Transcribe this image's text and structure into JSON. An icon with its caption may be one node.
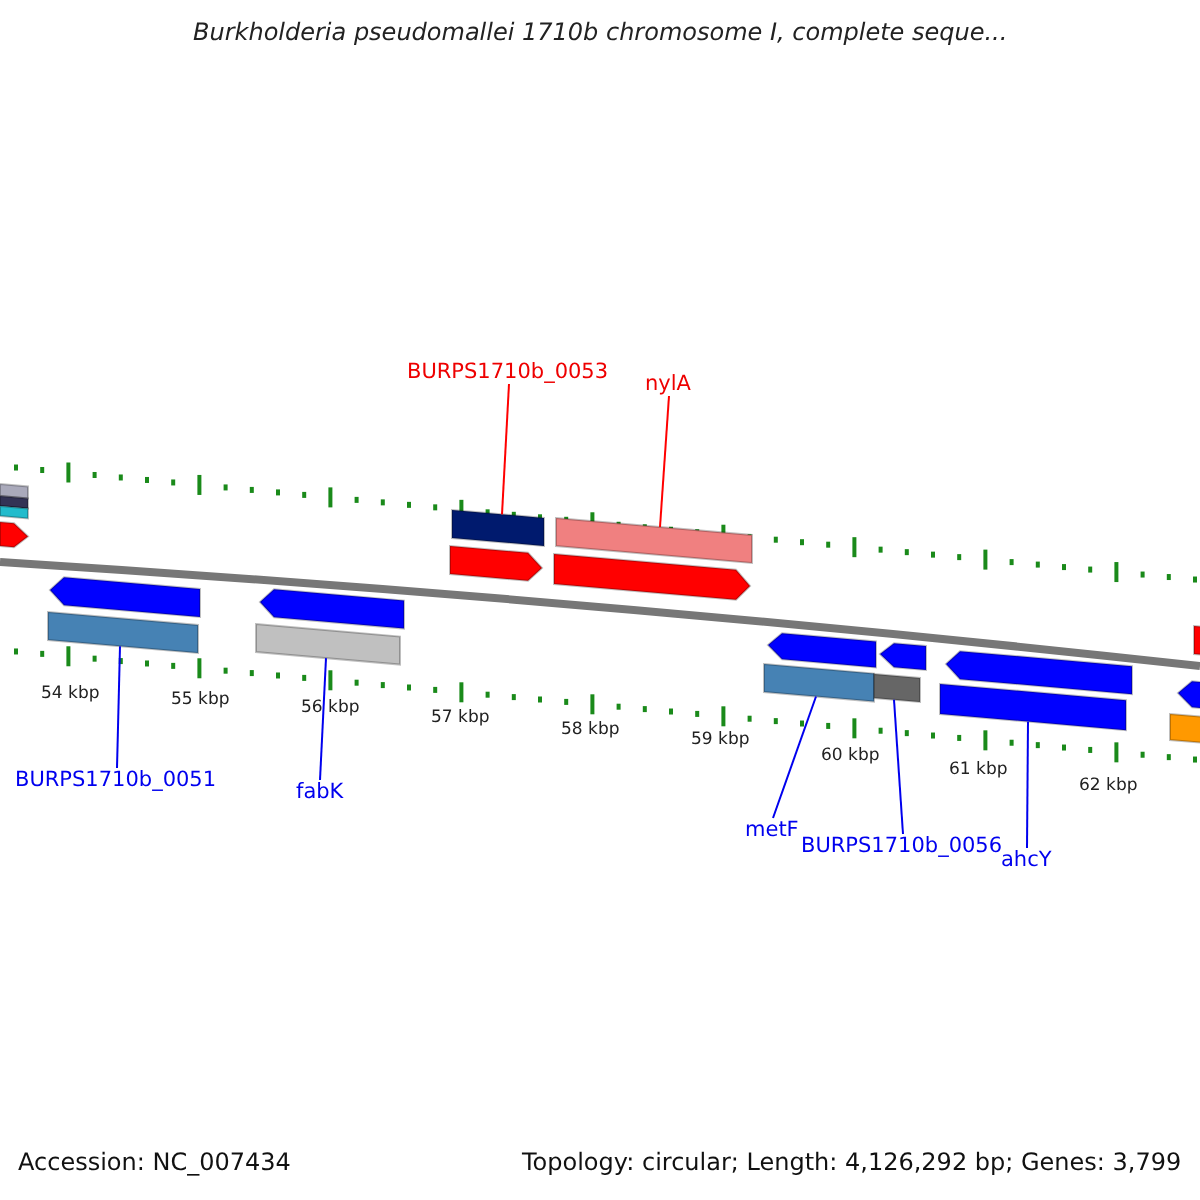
{
  "diagram": {
    "title": "Burkholderia pseudomallei 1710b chromosome I, complete seque...",
    "nodes": [
      {
        "text": [
          "BURPS1710b_0053"
        ]
      },
      {
        "text": [],
        "shape": "bar"
      },
      {
        "text": [
          "nylA"
        ]
      },
      {
        "text": [],
        "shape": "bar"
      },
      {
        "text": [
          "BURPS1710b_0051"
        ]
      },
      {
        "text": [],
        "shape": "bar"
      },
      {
        "text": [
          "fabK"
        ]
      },
      {
        "text": [],
        "shape": "bar"
      },
      {
        "text": [
          "metF"
        ]
      },
      {
        "text": [],
        "shape": "bar"
      },
      {
        "text": [
          "BURPS1710b_0056"
        ]
      },
      {
        "text": [],
        "shape": "bar"
      },
      {
        "text": [
          "ahcY"
        ]
      },
      {
        "text": [],
        "shape": "bar"
      },
      {
        "text": [],
        "shape": "bar"
      },
      {
        "text": [],
        "shape": "bar"
      },
      {
        "text": [],
        "shape": "bar"
      },
      {
        "text": [],
        "shape": "bar"
      },
      {
        "text": [],
        "shape": "bar"
      },
      {
        "text": [],
        "shape": "bar"
      },
      {
        "text": [],
        "shape": "bar"
      },
      {
        "text": [],
        "shape": "bar"
      },
      {
        "text": [],
        "shape": "bar"
      },
      {
        "text": [],
        "shape": "bar"
      },
      {
        "text": [],
        "shape": "bar"
      },
      {
        "text": [],
        "shape": "bar"
      },
      {
        "text": [],
        "shape": "bar"
      },
      {
        "text": [],
        "shape": "bar"
      }
    ],
    "edges": [
      {
        "from": 0,
        "to": 1,
        "arrow": "none",
        "color": "#ff0000"
      },
      {
        "from": 2,
        "to": 3,
        "arrow": "none",
        "color": "#ff0000"
      },
      {
        "from": 4,
        "to": 5,
        "arrow": "none"
      },
      {
        "from": 6,
        "to": 7,
        "arrow": "none"
      },
      {
        "from": 8,
        "to": 9,
        "arrow": "none"
      },
      {
        "from": 10,
        "to": 11,
        "arrow": "none"
      },
      {
        "from": 12,
        "to": 13,
        "arrow": "none"
      }
    ],
    "labels": [
      "54 kbp",
      "55 kbp",
      "56 kbp",
      "57 kbp",
      "58 kbp",
      "59 kbp",
      "60 kbp",
      "61 kbp",
      "62 kbp",
      "Accession: NC_007434",
      "Topology: circular; Length: 4,126,292 bp; Genes: 3,799"
    ]
  }
}
